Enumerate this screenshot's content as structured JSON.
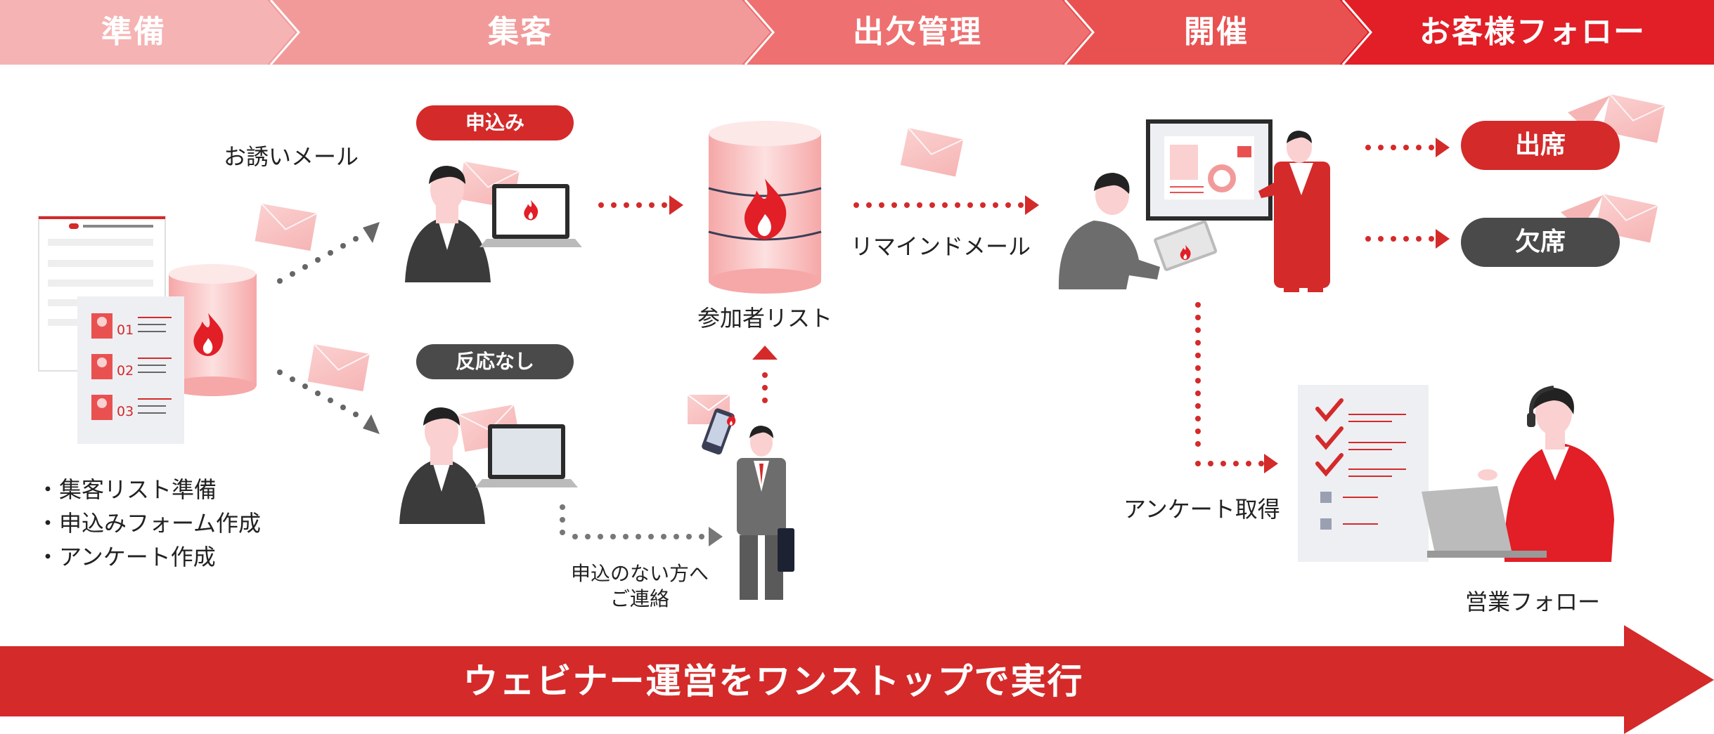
{
  "stages": [
    {
      "label": "準備"
    },
    {
      "label": "集客"
    },
    {
      "label": "出欠管理"
    },
    {
      "label": "開催"
    },
    {
      "label": "お客様フォロー"
    }
  ],
  "prep": {
    "tasks": [
      "・集客リスト準備",
      "・申込みフォーム作成",
      "・アンケート作成"
    ],
    "list_numbers": [
      "01",
      "02",
      "03"
    ]
  },
  "collect": {
    "invite_mail": "お誘いメール",
    "applied_badge": "申込み",
    "no_response_badge": "反応なし",
    "contact_line1": "申込のない方へ",
    "contact_line2": "ご連絡"
  },
  "attendance": {
    "participant_list": "参加者リスト",
    "reminder_mail": "リマインドメール"
  },
  "event": {
    "survey": "アンケート取得"
  },
  "follow": {
    "present_badge": "出席",
    "absent_badge": "欠席",
    "sales_follow": "営業フォロー"
  },
  "banner": {
    "text": "ウェビナー運営をワンストップで実行"
  },
  "colors": {
    "stage1": "#f5b3b3",
    "stage2": "#f29a9a",
    "stage3": "#ee7070",
    "stage4": "#e95151",
    "stage5": "#e21e26",
    "red": "#d42a2a",
    "dark": "#4a4a4a"
  }
}
